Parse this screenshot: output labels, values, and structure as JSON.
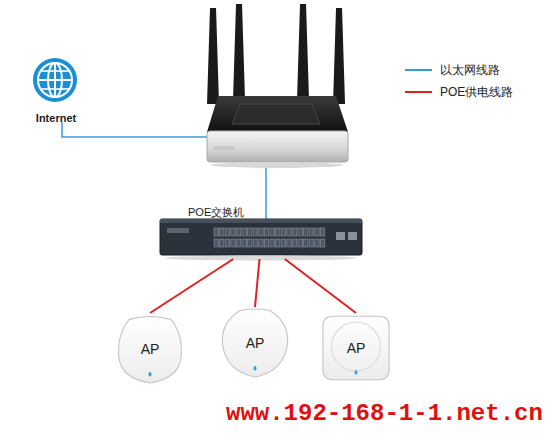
{
  "diagram": {
    "nodes": [
      {
        "text": [
          "Internet"
        ]
      },
      {
        "text": [
          "POE交换机"
        ]
      },
      {
        "text": [
          "AP"
        ]
      },
      {
        "text": [
          "AP"
        ]
      },
      {
        "text": [
          "AP"
        ]
      }
    ],
    "edges": [
      {
        "from": 1,
        "to": 2,
        "arrow": "none"
      },
      {
        "from": 1,
        "to": 3,
        "arrow": "none"
      },
      {
        "from": 1,
        "to": 4,
        "arrow": "none"
      }
    ],
    "labels": [
      "www.192-168-1-1.net.cn"
    ],
    "legend": [
      {
        "text": "以太网线路"
      },
      {
        "text": "POE供电线路"
      }
    ]
  }
}
